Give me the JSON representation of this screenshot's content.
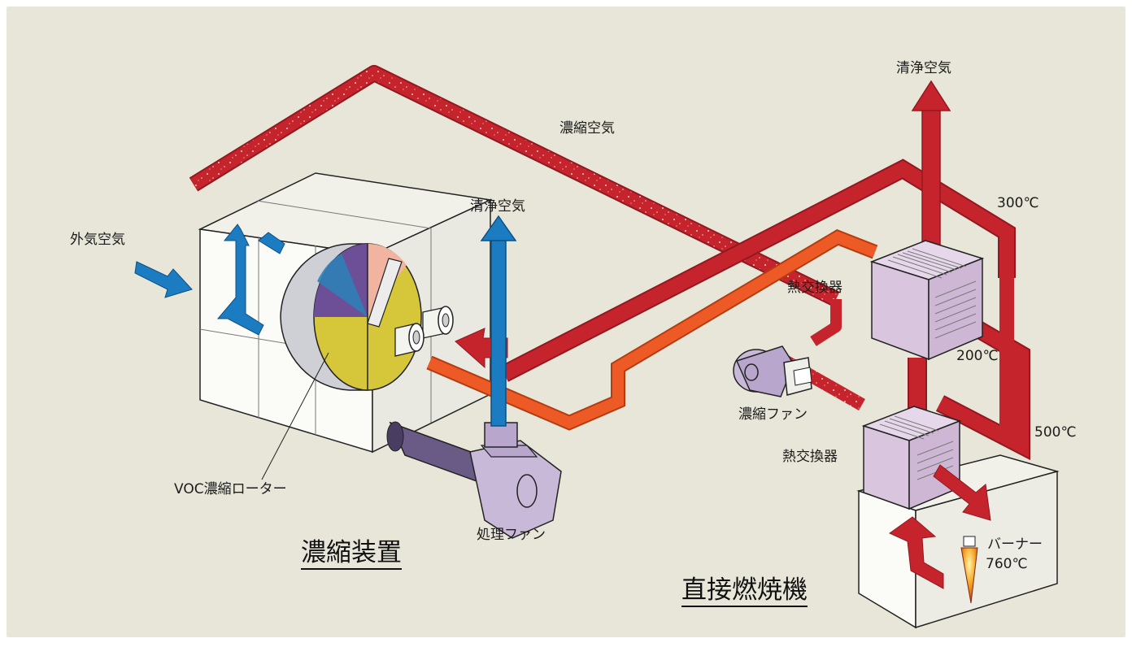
{
  "colors": {
    "background": "#e7e6d8",
    "hot_duct": "#c5242c",
    "hot_duct_shade": "#941820",
    "warm_duct": "#ee5a26",
    "clean_air_blue": "#1b7cc2",
    "unit_body": "#f7f7f2",
    "hx_body": "#d9c6de",
    "rotor_purple": "#6d4f98",
    "rotor_yellow": "#d6c73a",
    "fan_lilac": "#c8b9d8"
  },
  "labels": {
    "outside_air": "外気空気",
    "concentrated_air": "濃縮空気",
    "clean_air_top": "清浄空気",
    "clean_air_mid": "清浄空気",
    "heat_exchanger_upper": "熱交換器",
    "heat_exchanger_lower": "熱交換器",
    "temp_300": "300℃",
    "temp_200": "200℃",
    "temp_500": "500℃",
    "burner": "バーナー",
    "temp_760": "760℃",
    "concentration_fan": "濃縮ファン",
    "process_fan": "処理ファン",
    "voc_rotor": "VOC濃縮ローター",
    "title_concentrator": "濃縮装置",
    "title_oxidizer": "直接燃焼機"
  },
  "icons": {
    "outside_air_arrow": "blue-inflow-arrow",
    "clean_air_arrow": "upward-arrow",
    "burner_flame": "flame-icon"
  }
}
